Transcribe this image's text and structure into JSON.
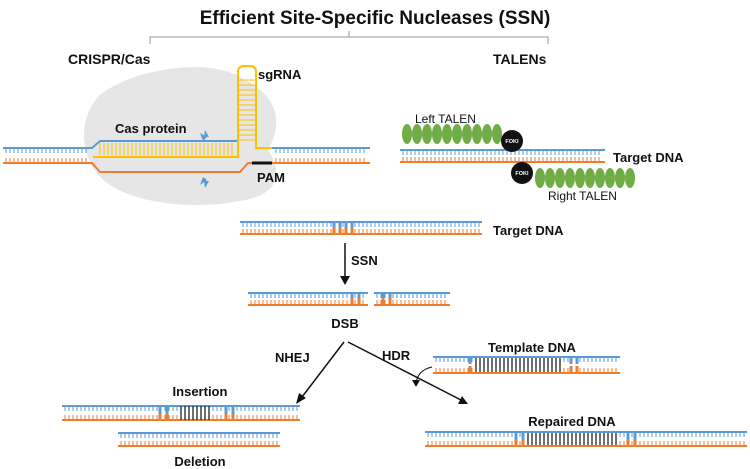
{
  "title": "Efficient Site-Specific Nucleases (SSN)",
  "crispr": {
    "heading": "CRISPR/Cas",
    "sgrna_label": "sgRNA",
    "cas_label": "Cas protein",
    "pam_label": "PAM"
  },
  "talens": {
    "heading": "TALENs",
    "left_label": "Left TALEN",
    "right_label": "Right TALEN",
    "foki_label": "FOKI",
    "target_label": "Target DNA"
  },
  "flow": {
    "target_label": "Target DNA",
    "ssn_label": "SSN",
    "dsb_label": "DSB",
    "nhej_label": "NHEJ",
    "hdr_label": "HDR",
    "template_label": "Template DNA",
    "insertion_label": "Insertion",
    "deletion_label": "Deletion",
    "repaired_label": "Repaired DNA"
  },
  "colors": {
    "blue_strand": "#5b9bd5",
    "orange_strand": "#ed7d31",
    "sgrna": "#ffc000",
    "talen_green": "#70ad47",
    "cas_blob": "#e6e6e6",
    "foki": "#111111"
  }
}
